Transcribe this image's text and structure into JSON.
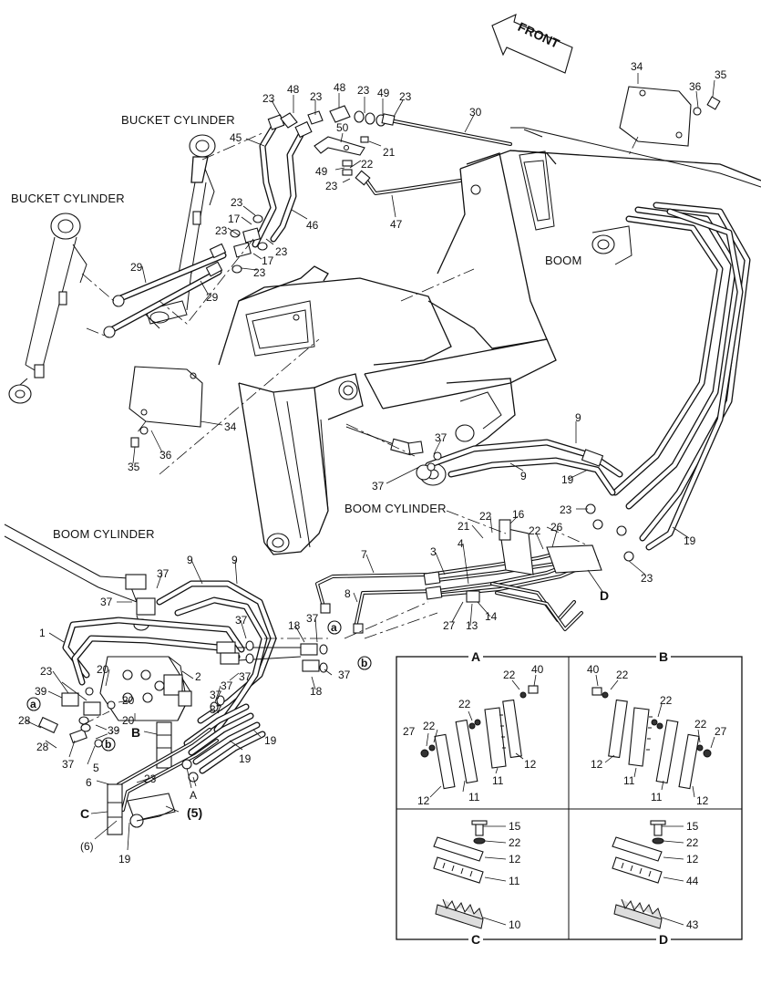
{
  "diagram": {
    "front_label": "FRONT",
    "labels": {
      "bucket_cylinder_top": "BUCKET CYLINDER",
      "bucket_cylinder_left": "BUCKET CYLINDER",
      "boom": "BOOM",
      "boom_cylinder_right": "BOOM CYLINDER",
      "boom_cylinder_left": "BOOM CYLINDER"
    },
    "callouts": [
      {
        "id": "c34a",
        "text": "34"
      },
      {
        "id": "c35a",
        "text": "35"
      },
      {
        "id": "c36a",
        "text": "36"
      },
      {
        "id": "c48a",
        "text": "48"
      },
      {
        "id": "c48b",
        "text": "48"
      },
      {
        "id": "c23a",
        "text": "23"
      },
      {
        "id": "c23b",
        "text": "23"
      },
      {
        "id": "c23c",
        "text": "23"
      },
      {
        "id": "c23d",
        "text": "23"
      },
      {
        "id": "c49a",
        "text": "49"
      },
      {
        "id": "c30",
        "text": "30"
      },
      {
        "id": "c50",
        "text": "50"
      },
      {
        "id": "c45",
        "text": "45"
      },
      {
        "id": "c21a",
        "text": "21"
      },
      {
        "id": "c49b",
        "text": "49"
      },
      {
        "id": "c22a",
        "text": "22"
      },
      {
        "id": "c23e",
        "text": "23"
      },
      {
        "id": "c47",
        "text": "47"
      },
      {
        "id": "c23f",
        "text": "23"
      },
      {
        "id": "c17a",
        "text": "17"
      },
      {
        "id": "c46",
        "text": "46"
      },
      {
        "id": "c23g",
        "text": "23"
      },
      {
        "id": "c23h",
        "text": "23"
      },
      {
        "id": "c17b",
        "text": "17"
      },
      {
        "id": "c29a",
        "text": "29"
      },
      {
        "id": "c23i",
        "text": "23"
      },
      {
        "id": "c29b",
        "text": "29"
      },
      {
        "id": "c34b",
        "text": "34"
      },
      {
        "id": "c36b",
        "text": "36"
      },
      {
        "id": "c35b",
        "text": "35"
      },
      {
        "id": "c9a",
        "text": "9"
      },
      {
        "id": "c37a",
        "text": "37"
      },
      {
        "id": "c37b",
        "text": "37"
      },
      {
        "id": "c9b",
        "text": "9"
      },
      {
        "id": "c19a",
        "text": "19"
      },
      {
        "id": "c23j",
        "text": "23"
      },
      {
        "id": "c19b",
        "text": "19"
      },
      {
        "id": "c21b",
        "text": "21"
      },
      {
        "id": "c22b",
        "text": "22"
      },
      {
        "id": "c16",
        "text": "16"
      },
      {
        "id": "c22c",
        "text": "22"
      },
      {
        "id": "c26",
        "text": "26"
      },
      {
        "id": "c23k",
        "text": "23"
      },
      {
        "id": "c7",
        "text": "7"
      },
      {
        "id": "c3",
        "text": "3"
      },
      {
        "id": "c4",
        "text": "4"
      },
      {
        "id": "cD1",
        "text": "D"
      },
      {
        "id": "c8",
        "text": "8"
      },
      {
        "id": "c27a",
        "text": "27"
      },
      {
        "id": "c13",
        "text": "13"
      },
      {
        "id": "c14",
        "text": "14"
      },
      {
        "id": "c9c",
        "text": "9"
      },
      {
        "id": "c9d",
        "text": "9"
      },
      {
        "id": "c37c",
        "text": "37"
      },
      {
        "id": "c37d",
        "text": "37"
      },
      {
        "id": "c1",
        "text": "1"
      },
      {
        "id": "c37e",
        "text": "37"
      },
      {
        "id": "c18a",
        "text": "18"
      },
      {
        "id": "c37f",
        "text": "37"
      },
      {
        "id": "c37g",
        "text": "37"
      },
      {
        "id": "c37h",
        "text": "37"
      },
      {
        "id": "c18b",
        "text": "18"
      },
      {
        "id": "c2",
        "text": "2"
      },
      {
        "id": "c23l",
        "text": "23"
      },
      {
        "id": "c20a",
        "text": "20"
      },
      {
        "id": "c37i",
        "text": "37"
      },
      {
        "id": "c39a",
        "text": "39"
      },
      {
        "id": "c20b",
        "text": "20"
      },
      {
        "id": "c37j",
        "text": "37"
      },
      {
        "id": "c37k",
        "text": "37"
      },
      {
        "id": "c28a",
        "text": "28"
      },
      {
        "id": "c39b",
        "text": "39"
      },
      {
        "id": "cB1",
        "text": "B"
      },
      {
        "id": "c20c",
        "text": "20"
      },
      {
        "id": "c19c",
        "text": "19"
      },
      {
        "id": "c19d",
        "text": "19"
      },
      {
        "id": "c28b",
        "text": "28"
      },
      {
        "id": "c37l",
        "text": "37"
      },
      {
        "id": "c5",
        "text": "5"
      },
      {
        "id": "c6",
        "text": "6"
      },
      {
        "id": "c23m",
        "text": "23"
      },
      {
        "id": "cA1",
        "text": "A"
      },
      {
        "id": "cC1",
        "text": "C"
      },
      {
        "id": "c5p",
        "text": "(5)"
      },
      {
        "id": "c6p",
        "text": "(6)"
      },
      {
        "id": "c19e",
        "text": "19"
      }
    ],
    "circle_refs": [
      {
        "id": "ra1",
        "text": "a"
      },
      {
        "id": "rb1",
        "text": "b"
      },
      {
        "id": "ra2",
        "text": "a"
      },
      {
        "id": "rb2",
        "text": "b"
      }
    ],
    "detail_panels": {
      "A": {
        "title": "A",
        "callouts": [
          "22",
          "40",
          "22",
          "27",
          "22",
          "12",
          "11",
          "12",
          "11"
        ]
      },
      "B": {
        "title": "B",
        "callouts": [
          "40",
          "22",
          "22",
          "22",
          "27",
          "12",
          "11",
          "11",
          "12"
        ]
      },
      "C": {
        "title": "C",
        "callouts": [
          "15",
          "22",
          "12",
          "11",
          "10"
        ]
      },
      "D": {
        "title": "D",
        "callouts": [
          "15",
          "22",
          "12",
          "44",
          "43"
        ]
      }
    }
  }
}
